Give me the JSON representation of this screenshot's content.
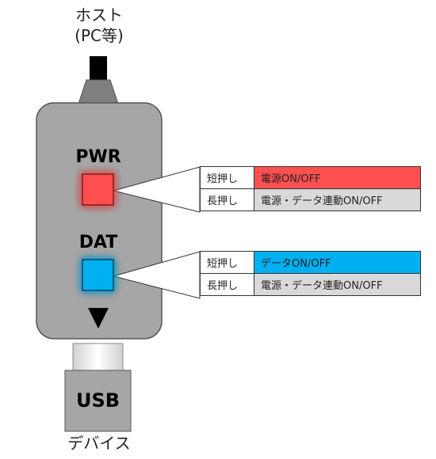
{
  "host": {
    "label": "ホスト\n(PC等)"
  },
  "device": {
    "label": "デバイス"
  },
  "usb": {
    "label": "USB"
  },
  "arrow": {
    "icon": "down-triangle-icon",
    "glyph": "▼"
  },
  "colors": {
    "pwr": "#ff5050",
    "dat": "#00b0f0",
    "body": "#a6a6a6",
    "highlight_desc": "#d9d9d9"
  },
  "pwr": {
    "label": "PWR",
    "rows": [
      {
        "kind": "短押し",
        "desc": "電源ON/OFF",
        "highlight": true
      },
      {
        "kind": "長押し",
        "desc": "電源・データ連動ON/OFF",
        "highlight": false
      }
    ]
  },
  "dat": {
    "label": "DAT",
    "rows": [
      {
        "kind": "短押し",
        "desc": "データON/OFF",
        "highlight": true
      },
      {
        "kind": "長押し",
        "desc": "電源・データ連動ON/OFF",
        "highlight": false
      }
    ]
  }
}
